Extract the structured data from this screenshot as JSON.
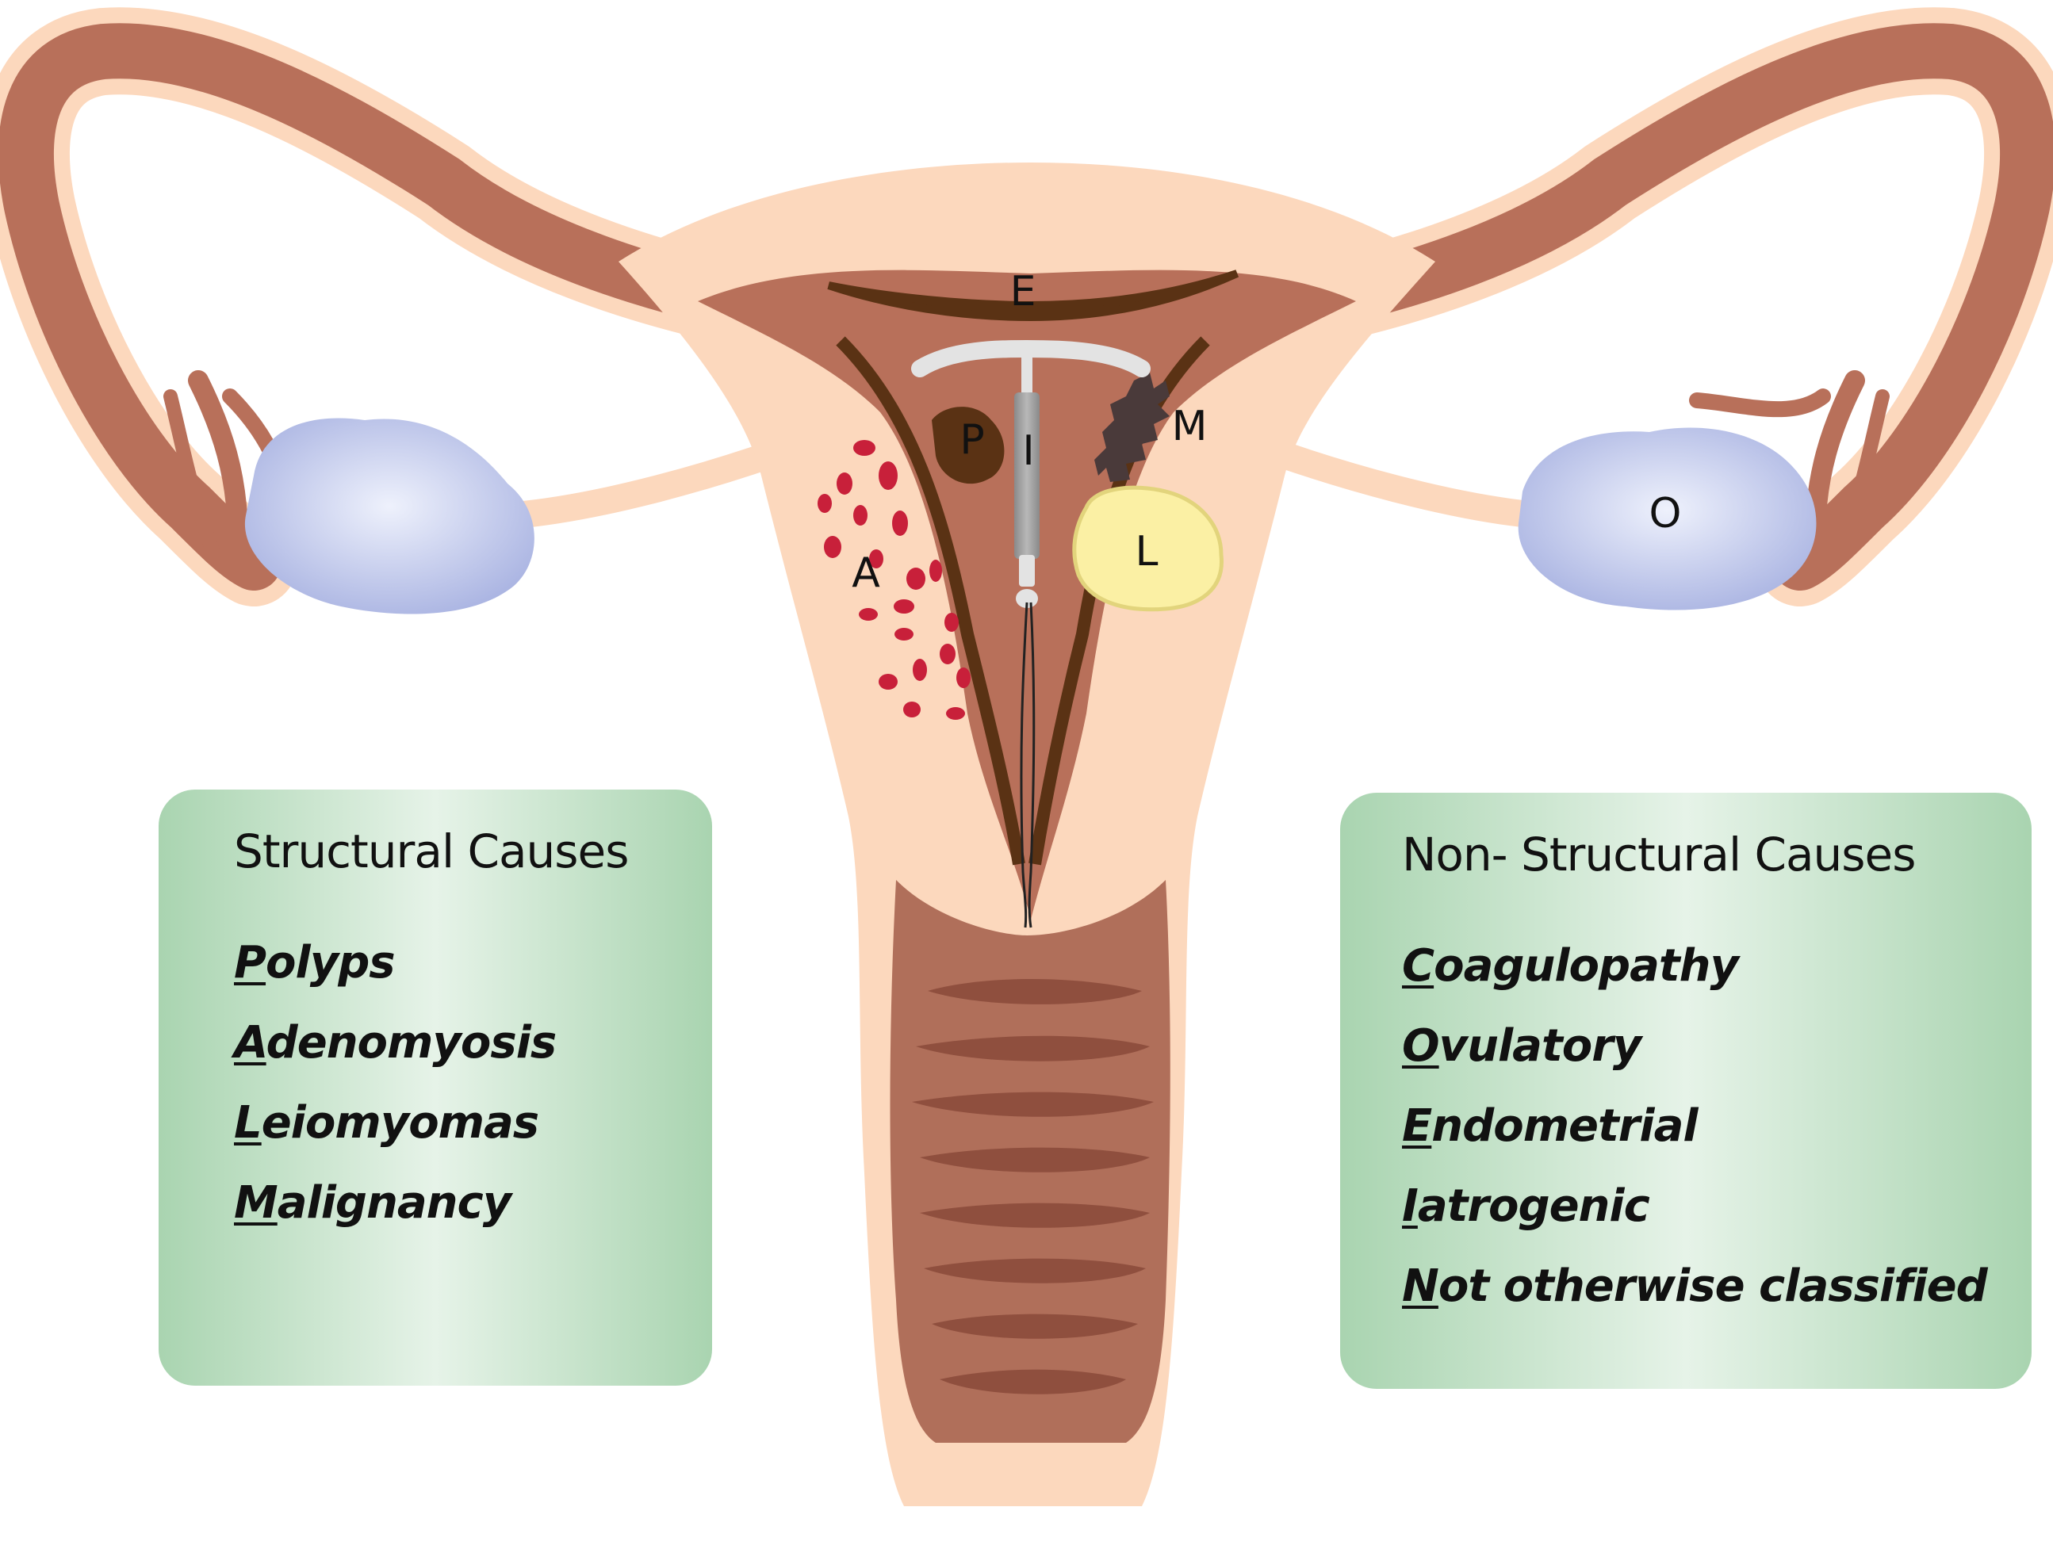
{
  "colors": {
    "background": "#ffffff",
    "body_fill": "#fcd8bd",
    "muscle": "#b8705a",
    "endometrium": "#5a3214",
    "ovary": "#b3bde8",
    "ovary_highlight": "#e9edfb",
    "leiomyoma": "#fbf0a4",
    "leiomyoma_outline": "#e2d47c",
    "adenomyosis_spots": "#c8203a",
    "malignancy": "#4a3a3a",
    "iud": "#9c9c9c",
    "iud_light": "#e3e3e3",
    "vagina": "#b06f5a",
    "vagina_fold": "#8f4f3e",
    "panel_edge": "#a9d4b0",
    "panel_center": "#e6f3e8"
  },
  "markers": {
    "E": "E",
    "P": "P",
    "I": "I",
    "M": "M",
    "A": "A",
    "L": "L",
    "O": "O"
  },
  "panels": {
    "structural": {
      "title": "Structural Causes",
      "items": [
        {
          "first": "P",
          "rest": "olyps"
        },
        {
          "first": "A",
          "rest": "denomyosis"
        },
        {
          "first": "L",
          "rest": "eiomyomas"
        },
        {
          "first": "M",
          "rest": "alignancy"
        }
      ]
    },
    "non_structural": {
      "title": "Non- Structural Causes",
      "items": [
        {
          "first": "C",
          "rest": "oagulopathy"
        },
        {
          "first": "O",
          "rest": "vulatory"
        },
        {
          "first": "E",
          "rest": "ndometrial"
        },
        {
          "first": "I",
          "rest": "atrogenic"
        },
        {
          "first": "N",
          "rest": "ot otherwise classified"
        }
      ]
    }
  }
}
